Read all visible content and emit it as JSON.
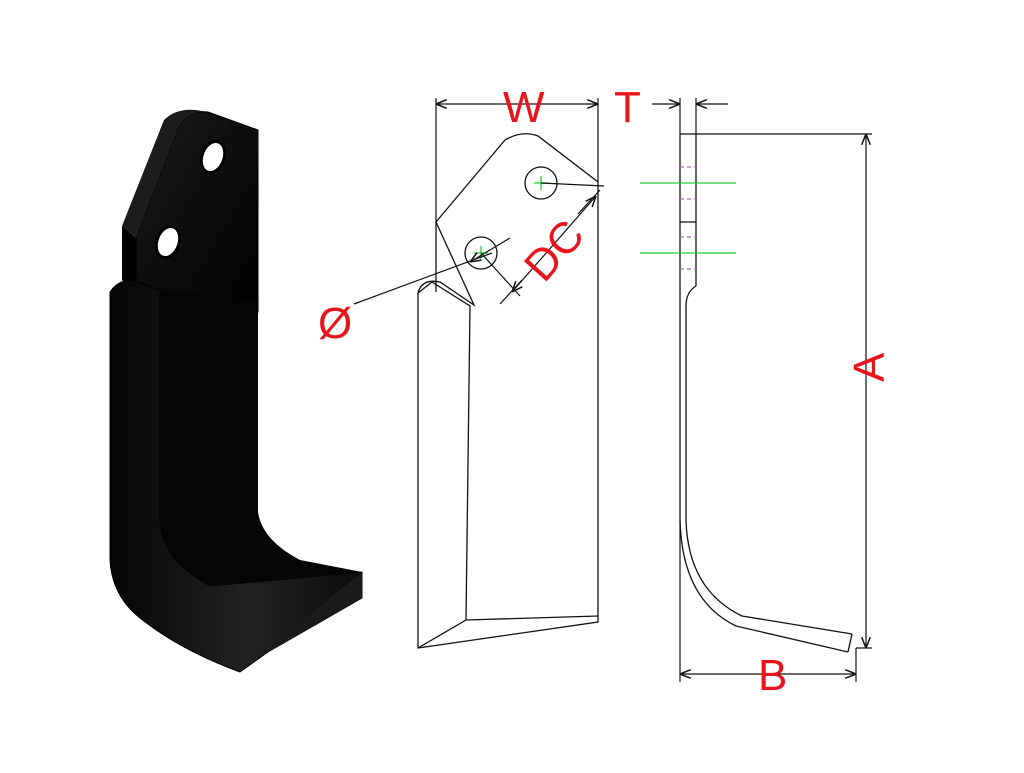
{
  "drawing": {
    "label_color": "#e8141c",
    "outline_color": "#111111",
    "centerline_color": "#1fcc3a",
    "hidden_line_color": "#c060c8",
    "blade_fill": "#0c0c0c"
  },
  "dimensions": {
    "width": "W",
    "thickness": "T",
    "hole_diameter": "Ø",
    "hole_spacing": "DC",
    "height": "A",
    "bend_offset": "B"
  }
}
